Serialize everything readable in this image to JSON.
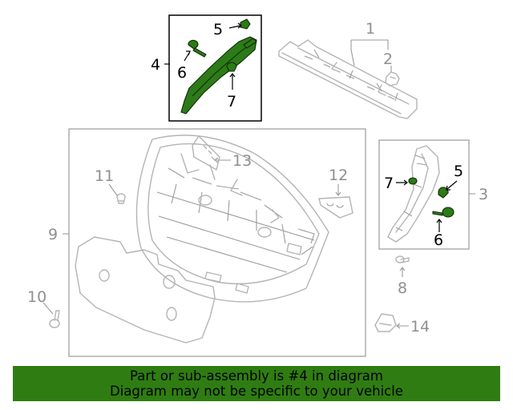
{
  "callouts": {
    "c1": "1",
    "c2": "2",
    "c3": "3",
    "c4": "4",
    "c5a": "5",
    "c5b": "5",
    "c6a": "6",
    "c6b": "6",
    "c7a": "7",
    "c7b": "7",
    "c8": "8",
    "c9": "9",
    "c10": "10",
    "c11": "11",
    "c12": "12",
    "c13": "13",
    "c14": "14"
  },
  "highlight": {
    "part_number": "4",
    "color": "#2f7d12"
  },
  "banner": {
    "line1": "Part or sub-assembly is #4 in diagram",
    "line2": "Diagram may not be specific to your vehicle"
  }
}
